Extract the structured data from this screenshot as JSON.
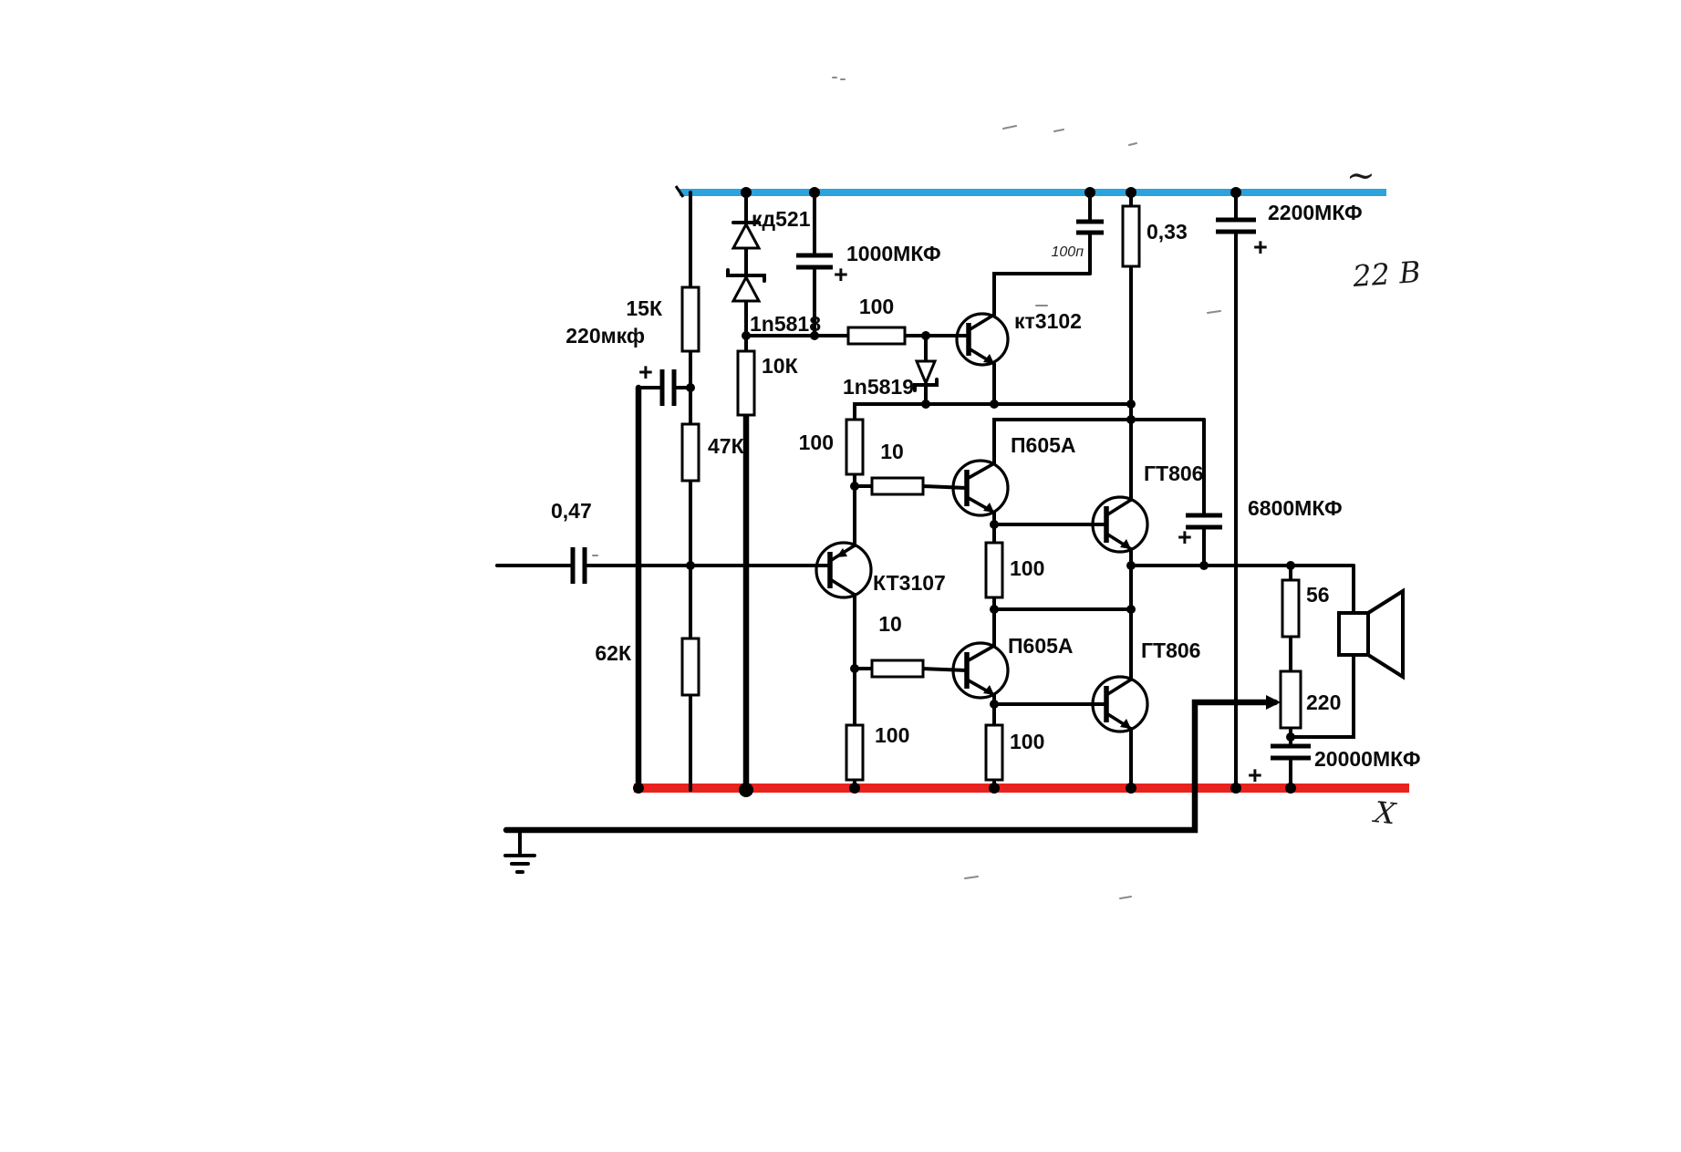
{
  "diagram": {
    "type": "analog-amplifier-circuit-schematic",
    "rails": {
      "positive_color": "#2BA3DD",
      "negative_color": "#E8231D"
    },
    "symbols": {
      "plus": "+"
    },
    "annotations": {
      "ac_tilde": "~",
      "supply_voltage": "22 В",
      "x_mark": "X"
    },
    "components": {
      "d_kd521": {
        "label": "кд521"
      },
      "d_1n5818": {
        "label": "1n5818"
      },
      "d_1n5819": {
        "label": "1n5819"
      },
      "c_1000uf": {
        "label": "1000МКФ"
      },
      "c_220uf": {
        "label": "220мкф"
      },
      "c_100p": {
        "label": "100п"
      },
      "c_2200uf": {
        "label": "2200МКФ"
      },
      "c_6800uf": {
        "label": "6800МКФ"
      },
      "c_20000uf": {
        "label": "20000МКФ"
      },
      "c_input": {
        "label": "0,47"
      },
      "r_15k": {
        "label": "15К"
      },
      "r_47k": {
        "label": "47К"
      },
      "r_62k": {
        "label": "62К"
      },
      "r_10k": {
        "label": "10К"
      },
      "r_100_bias": {
        "label": "100"
      },
      "r_100_drv": {
        "label": "100"
      },
      "r_10_top": {
        "label": "10"
      },
      "r_10_bot": {
        "label": "10"
      },
      "r_100_mid": {
        "label": "100"
      },
      "r_100_em1": {
        "label": "100"
      },
      "r_100_em2": {
        "label": "100"
      },
      "r_033": {
        "label": "0,33"
      },
      "r_56": {
        "label": "56"
      },
      "pot_220": {
        "label": "220"
      },
      "q_kt3102": {
        "label": "кт3102"
      },
      "q_kt3107": {
        "label": "КТ3107"
      },
      "q_p605a_top": {
        "label": "П605А"
      },
      "q_p605a_bot": {
        "label": "П605А"
      },
      "q_gt806_top": {
        "label": "ГТ806"
      },
      "q_gt806_bot": {
        "label": "ГТ806"
      }
    }
  }
}
